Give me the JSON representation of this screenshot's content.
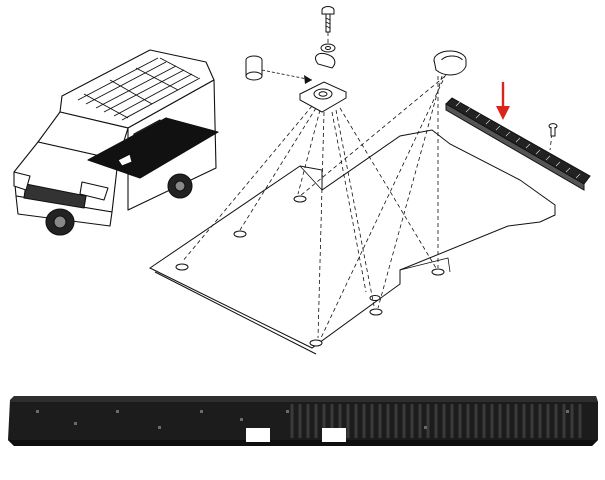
{
  "figure": {
    "background": "#ffffff",
    "line_color": "#111111",
    "part_color": "#1c1c1c",
    "arrow_color": "#d9251c",
    "components": [
      "van-illustration",
      "cargo-floor-panel",
      "screw",
      "washer",
      "spacer-bushing",
      "tie-down-ring-with-bracket",
      "floor-grommet",
      "rear-step-trim-strip",
      "trim-fastener",
      "rear-step-sill-guard"
    ]
  }
}
